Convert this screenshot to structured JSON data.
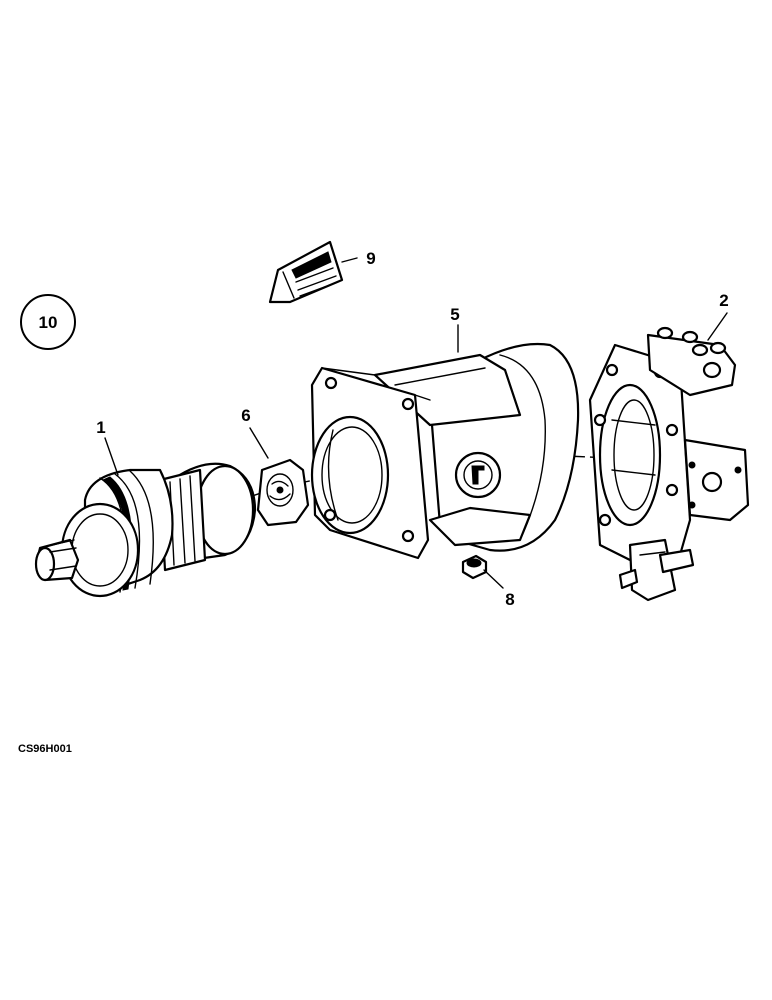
{
  "figure": {
    "page_number": "10",
    "drawing_code": "CS96H001",
    "callouts": [
      {
        "id": "callout-1",
        "label": "1"
      },
      {
        "id": "callout-2",
        "label": "2"
      },
      {
        "id": "callout-5",
        "label": "5"
      },
      {
        "id": "callout-6",
        "label": "6"
      },
      {
        "id": "callout-8",
        "label": "8"
      },
      {
        "id": "callout-9",
        "label": "9"
      }
    ]
  }
}
